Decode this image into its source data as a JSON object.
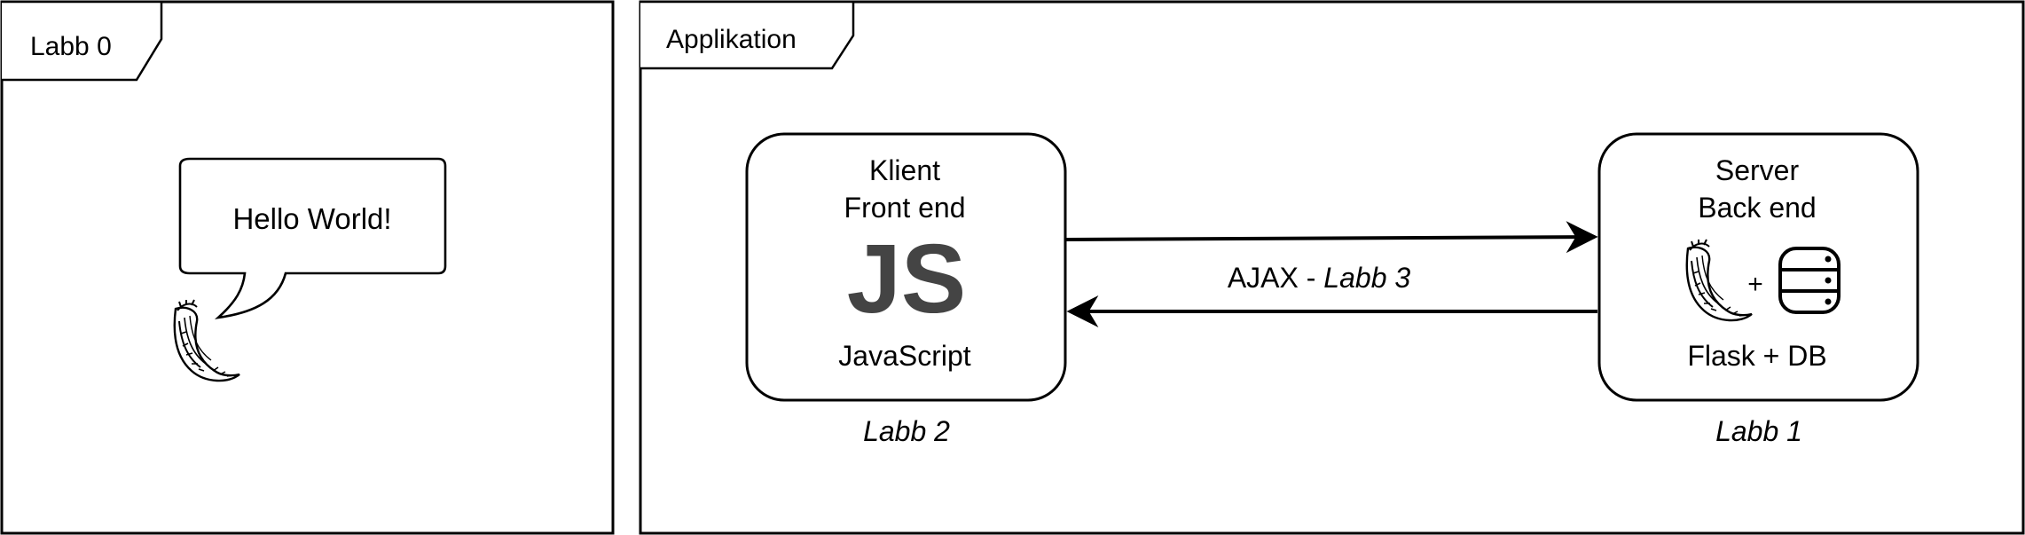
{
  "frames": {
    "labb0": {
      "title": "Labb 0"
    },
    "app": {
      "title": "Applikation"
    }
  },
  "bubble": {
    "text": "Hello World!"
  },
  "client": {
    "title_line1": "Klient",
    "title_line2": "Front end",
    "logo_text": "JS",
    "name": "JavaScript",
    "caption": "Labb 2"
  },
  "server": {
    "title_line1": "Server",
    "title_line2": "Back end",
    "plus": "+",
    "name": "Flask + DB",
    "caption": "Labb 1"
  },
  "link": {
    "label_prefix": "AJAX - ",
    "label_italic": "Labb 3"
  },
  "icons": [
    "flask-horn-icon",
    "database-icon",
    "javascript-logo"
  ],
  "colors": {
    "stroke": "#000000",
    "js_logo": "#444444",
    "background": "#ffffff"
  }
}
